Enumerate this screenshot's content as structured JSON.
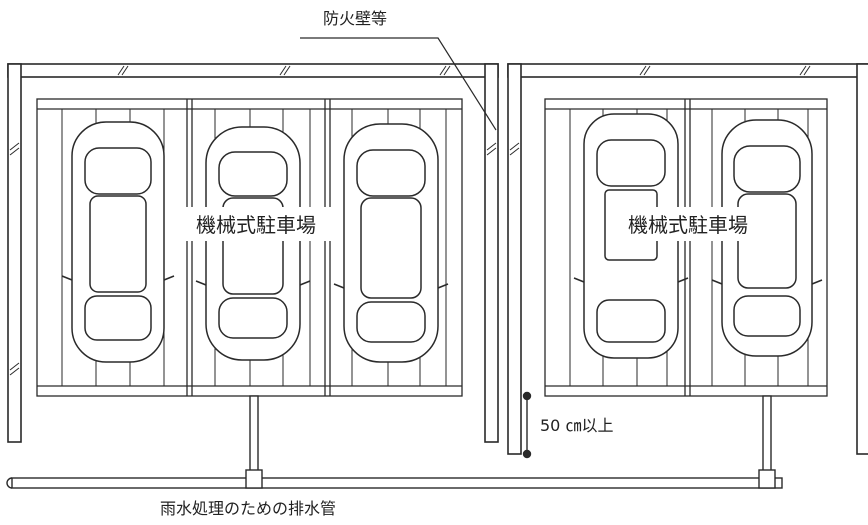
{
  "labels": {
    "firewall": "防火壁等",
    "parking_left": "機械式駐車場",
    "parking_right": "機械式駐車場",
    "clearance": "50 ㎝以上",
    "drain_pipe": "雨水処理のための排水管"
  },
  "colors": {
    "stroke": "#2a2a2a",
    "wall_fill": "#ffffff",
    "background": "#ffffff"
  }
}
